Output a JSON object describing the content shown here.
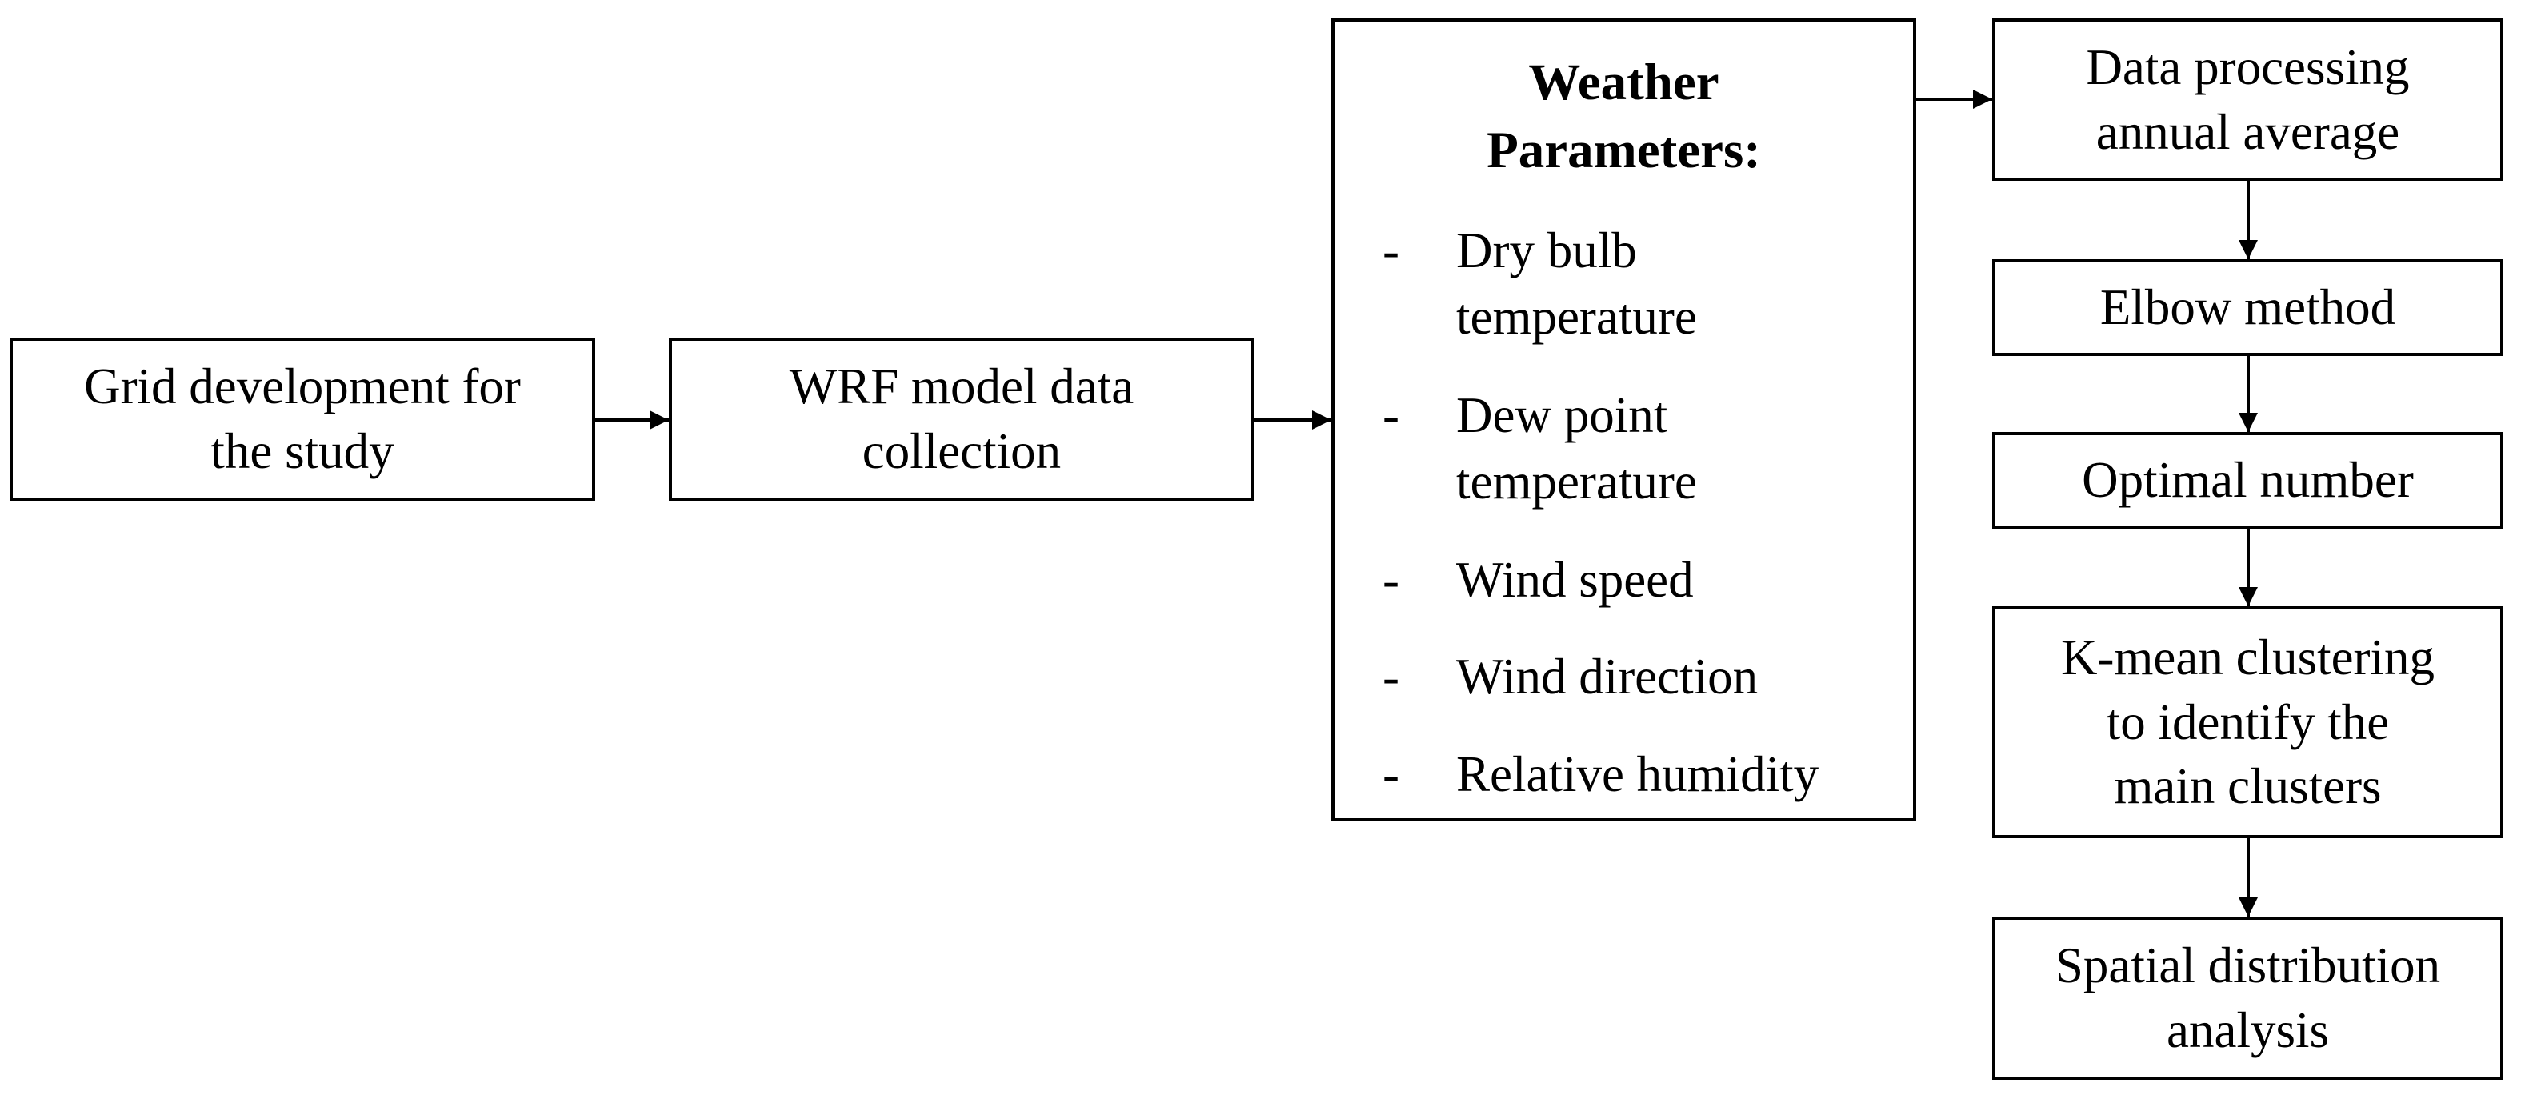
{
  "nodes": {
    "grid": {
      "lines": [
        "Grid development for",
        "the study"
      ]
    },
    "wrf": {
      "lines": [
        "WRF model data",
        "collection"
      ]
    },
    "weather": {
      "title_lines": [
        "Weather",
        "Parameters:"
      ],
      "bullet": "-",
      "params": [
        {
          "lines": [
            "Dry bulb",
            "temperature"
          ]
        },
        {
          "lines": [
            "Dew point",
            "temperature"
          ]
        },
        {
          "lines": [
            "Wind speed"
          ]
        },
        {
          "lines": [
            "Wind direction"
          ]
        },
        {
          "lines": [
            "Relative humidity"
          ]
        }
      ]
    },
    "processing": {
      "lines": [
        "Data processing",
        "annual average"
      ]
    },
    "elbow": {
      "lines": [
        "Elbow method"
      ]
    },
    "optimal": {
      "lines": [
        "Optimal number"
      ]
    },
    "kmean": {
      "lines": [
        "K-mean clustering",
        "to identify the",
        "main clusters"
      ]
    },
    "spatial": {
      "lines": [
        "Spatial distribution",
        "analysis"
      ]
    }
  },
  "edges": [
    {
      "from": "grid",
      "to": "wrf"
    },
    {
      "from": "wrf",
      "to": "weather"
    },
    {
      "from": "weather",
      "to": "processing"
    },
    {
      "from": "processing",
      "to": "elbow"
    },
    {
      "from": "elbow",
      "to": "optimal"
    },
    {
      "from": "optimal",
      "to": "kmean"
    },
    {
      "from": "kmean",
      "to": "spatial"
    }
  ]
}
